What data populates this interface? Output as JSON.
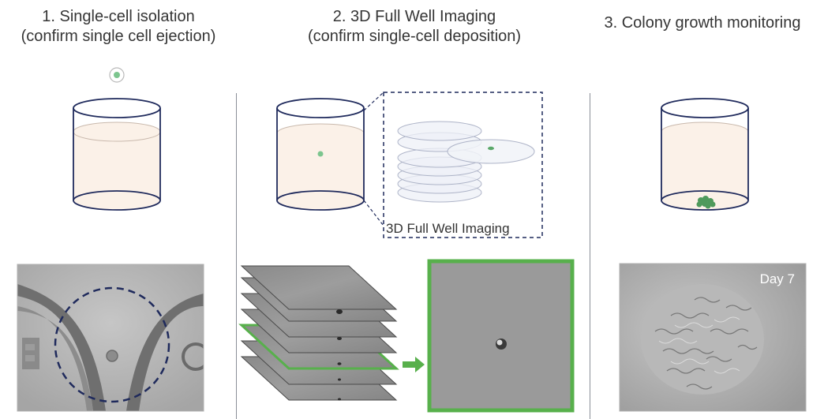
{
  "panels": [
    {
      "title_line1": "1. Single-cell isolation",
      "title_line2": "(confirm single cell ejection)"
    },
    {
      "title_line1": "2. 3D Full Well Imaging",
      "title_line2": "(confirm single-cell deposition)"
    },
    {
      "title_line1": "3. Colony growth monitoring",
      "title_line2": ""
    }
  ],
  "inset_label": "3D Full Well Imaging",
  "photo3_label": "Day 7",
  "colors": {
    "well_outline": "#1f2a5c",
    "liquid": "#fbf1e8",
    "cell": "#7cc58e",
    "highlight_green": "#58b04c",
    "photo_gray": "#8f8f8f"
  }
}
